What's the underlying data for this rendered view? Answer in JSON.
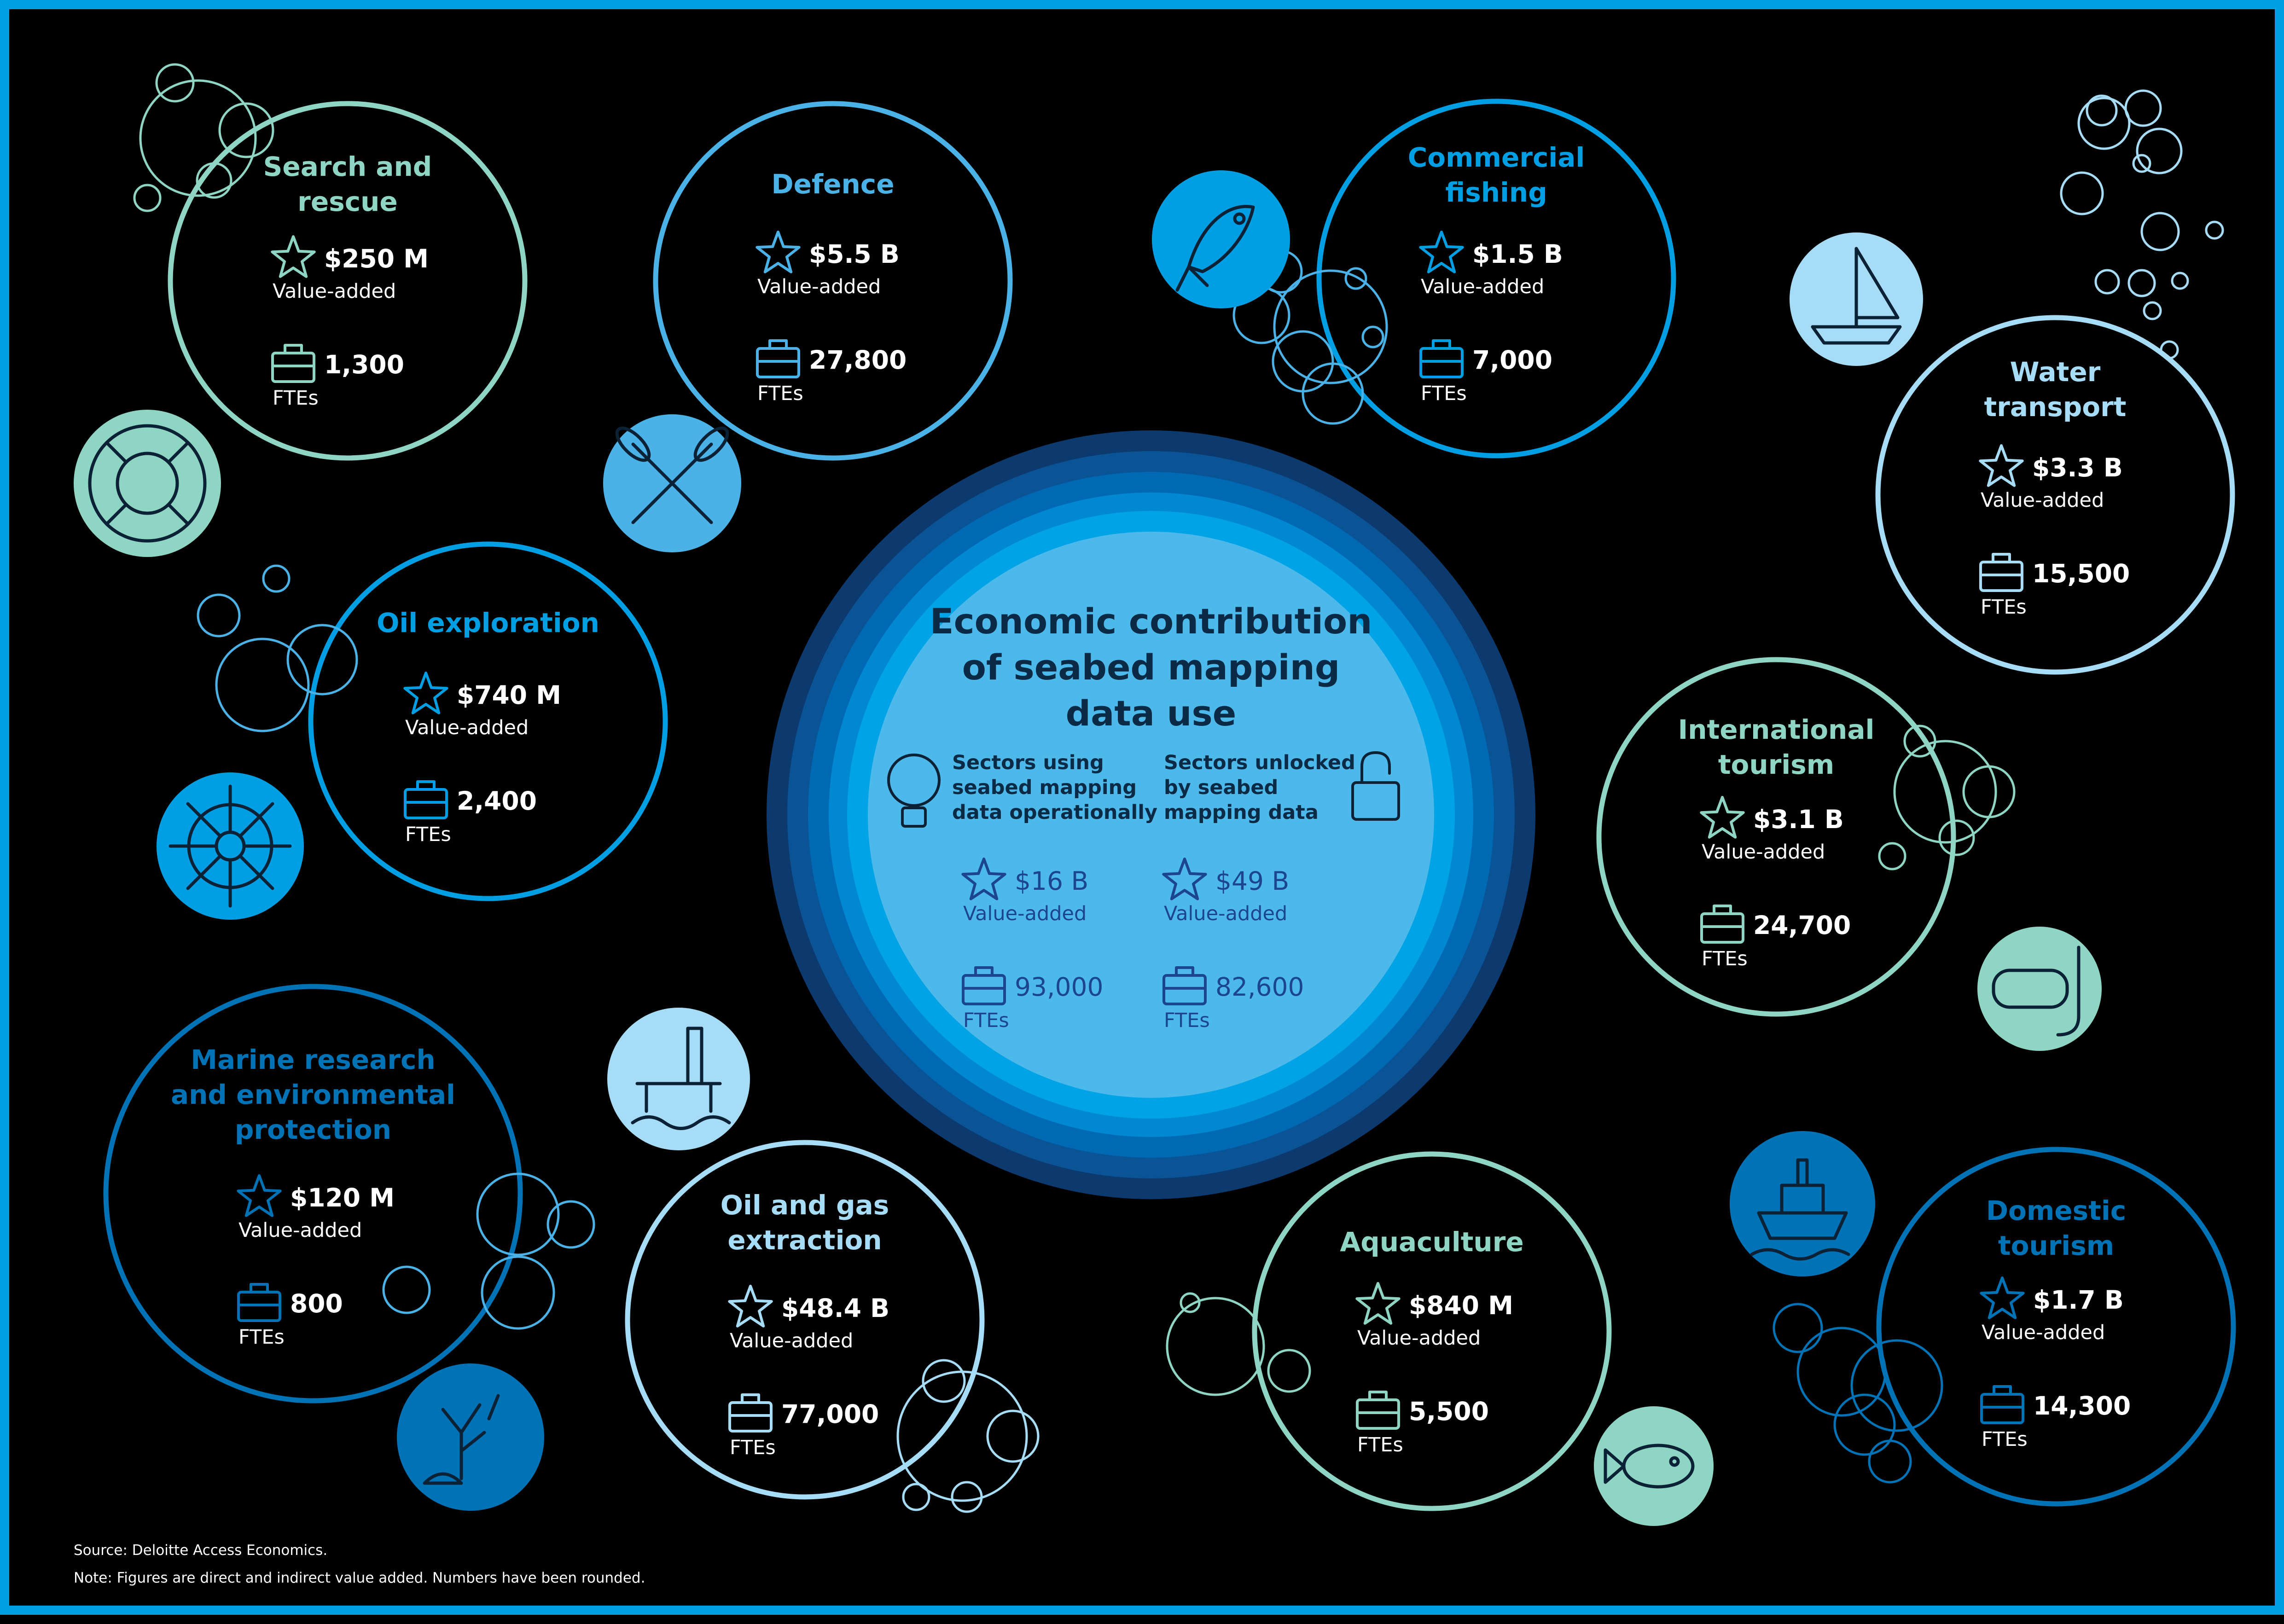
{
  "colors": {
    "teal": "#8fd5c4",
    "sky": "#4ab2e6",
    "bright_blue": "#009fe3",
    "pale_blue": "#a6dcf6",
    "mid_blue": "#0073b7",
    "navy_text": "#1c4590"
  },
  "title": "Economic contribution\nof seabed mapping\ndata use",
  "legend": {
    "operational": "Sectors using\nseabed mapping\ndata operationally",
    "unlocked": "Sectors unlocked\nby seabed\nmapping data",
    "operational_icon": "lightbulb-icon",
    "unlocked_icon": "unlocked-padlock-icon"
  },
  "totals": {
    "operational": {
      "value": "$16 B",
      "value_label": "Value-added",
      "ftes": "93,000",
      "ftes_label": "FTEs"
    },
    "unlocked": {
      "value": "$49 B",
      "value_label": "Value-added",
      "ftes": "82,600",
      "ftes_label": "FTEs"
    }
  },
  "sectors": [
    {
      "id": "search-and-rescue",
      "name": "Search and\nrescue",
      "value": "$250 M",
      "value_label": "Value-added",
      "ftes": "1,300",
      "ftes_label": "FTEs",
      "color": "#8fd5c4",
      "icon": "life-ring-icon"
    },
    {
      "id": "defence",
      "name": "Defence",
      "value": "$5.5 B",
      "value_label": "Value-added",
      "ftes": "27,800",
      "ftes_label": "FTEs",
      "color": "#4ab2e6",
      "icon": "crossed-oars-icon"
    },
    {
      "id": "commercial-fishing",
      "name": "Commercial\nfishing",
      "value": "$1.5 B",
      "value_label": "Value-added",
      "ftes": "7,000",
      "ftes_label": "FTEs",
      "color": "#009fe3",
      "icon": "fish-icon"
    },
    {
      "id": "water-transport",
      "name": "Water\ntransport",
      "value": "$3.3 B",
      "value_label": "Value-added",
      "ftes": "15,500",
      "ftes_label": "FTEs",
      "color": "#a6dcf6",
      "icon": "sailboat-icon"
    },
    {
      "id": "oil-exploration",
      "name": "Oil exploration",
      "value": "$740 M",
      "value_label": "Value-added",
      "ftes": "2,400",
      "ftes_label": "FTEs",
      "color": "#009fe3",
      "icon": "ship-wheel-icon"
    },
    {
      "id": "international-tourism",
      "name": "International\ntourism",
      "value": "$3.1 B",
      "value_label": "Value-added",
      "ftes": "24,700",
      "ftes_label": "FTEs",
      "color": "#8fd5c4",
      "icon": "snorkel-mask-icon"
    },
    {
      "id": "marine-research",
      "name": "Marine research\nand environmental\nprotection",
      "value": "$120 M",
      "value_label": "Value-added",
      "ftes": "800",
      "ftes_label": "FTEs",
      "color": "#0073b7",
      "icon": "coral-icon"
    },
    {
      "id": "oil-and-gas",
      "name": "Oil and gas\nextraction",
      "value": "$48.4 B",
      "value_label": "Value-added",
      "ftes": "77,000",
      "ftes_label": "FTEs",
      "color": "#a6dcf6",
      "icon": "oil-rig-icon"
    },
    {
      "id": "aquaculture",
      "name": "Aquaculture",
      "value": "$840 M",
      "value_label": "Value-added",
      "ftes": "5,500",
      "ftes_label": "FTEs",
      "color": "#8fd5c4",
      "icon": "fish-bubbles-icon"
    },
    {
      "id": "domestic-tourism",
      "name": "Domestic\ntourism",
      "value": "$1.7 B",
      "value_label": "Value-added",
      "ftes": "14,300",
      "ftes_label": "FTEs",
      "color": "#0073b7",
      "icon": "ferry-icon"
    }
  ],
  "footer": {
    "source": "Source: Deloitte Access Economics.",
    "note": "Note: Figures are direct and indirect value added. Numbers have been rounded."
  }
}
